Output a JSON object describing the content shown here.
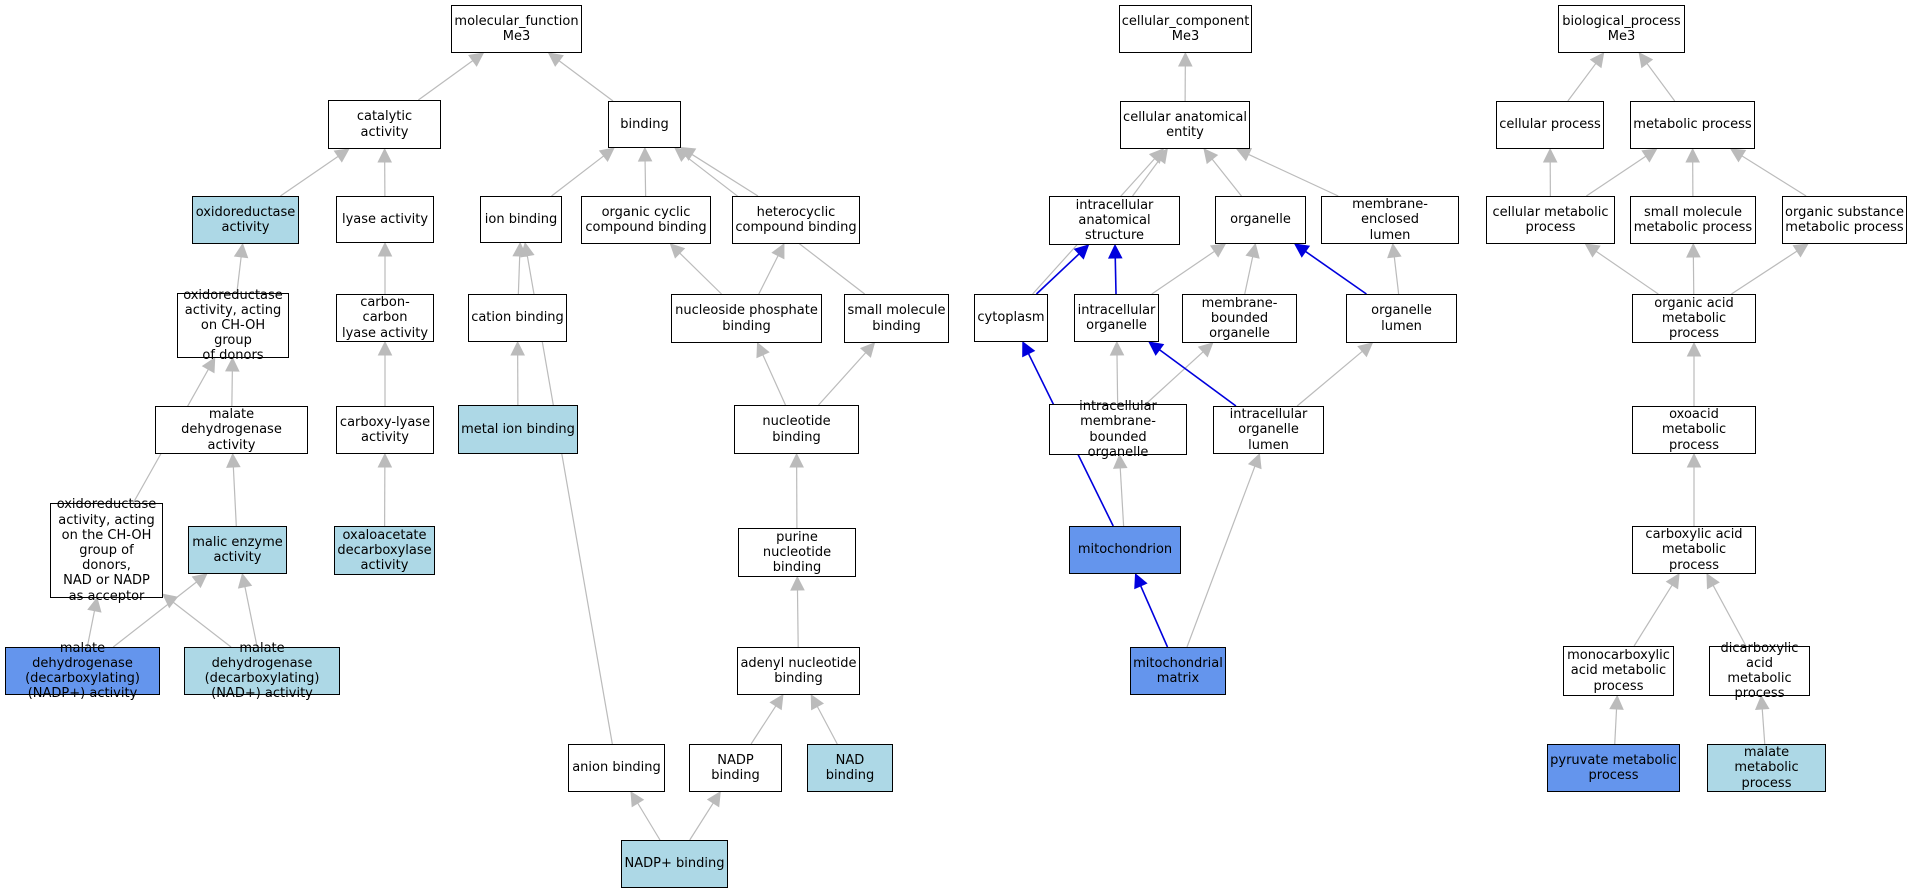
{
  "colors": {
    "plain": "#ffffff",
    "light": "#add8e6",
    "blue": "#6495ed",
    "edge": "#bbbbbb",
    "highlight_edge": "#0000dd"
  },
  "nodes": {
    "mf_root": {
      "label": "molecular_function\nMe3",
      "style": "plain"
    },
    "catalytic": {
      "label": "catalytic activity",
      "style": "plain"
    },
    "binding": {
      "label": "binding",
      "style": "plain"
    },
    "oxidoreductase": {
      "label": "oxidoreductase\nactivity",
      "style": "light"
    },
    "lyase": {
      "label": "lyase activity",
      "style": "plain"
    },
    "ion_binding": {
      "label": "ion binding",
      "style": "plain"
    },
    "organic_cyclic": {
      "label": "organic cyclic\ncompound binding",
      "style": "plain"
    },
    "heterocyclic": {
      "label": "heterocyclic\ncompound binding",
      "style": "plain"
    },
    "ox_choh": {
      "label": "oxidoreductase\nactivity, acting\non CH-OH group\nof donors",
      "style": "plain"
    },
    "cc_lyase": {
      "label": "carbon-carbon\nlyase activity",
      "style": "plain"
    },
    "cation_binding": {
      "label": "cation binding",
      "style": "plain"
    },
    "nucleoside_phosphate": {
      "label": "nucleoside phosphate\nbinding",
      "style": "plain"
    },
    "small_molecule_binding": {
      "label": "small molecule\nbinding",
      "style": "plain"
    },
    "malate_dh": {
      "label": "malate dehydrogenase\nactivity",
      "style": "plain"
    },
    "carboxy_lyase": {
      "label": "carboxy-lyase\nactivity",
      "style": "plain"
    },
    "metal_ion": {
      "label": "metal ion binding",
      "style": "light"
    },
    "nucleotide_binding": {
      "label": "nucleotide binding",
      "style": "plain"
    },
    "ox_nad": {
      "label": "oxidoreductase\nactivity, acting\non the CH-OH\ngroup of donors,\nNAD or NADP\nas acceptor",
      "style": "plain"
    },
    "malic_enzyme": {
      "label": "malic enzyme\nactivity",
      "style": "light"
    },
    "oxaloacetate": {
      "label": "oxaloacetate\ndecarboxylase\nactivity",
      "style": "light"
    },
    "purine": {
      "label": "purine nucleotide\nbinding",
      "style": "plain"
    },
    "md_nadp": {
      "label": "malate dehydrogenase\n(decarboxylating)\n(NADP+) activity",
      "style": "blue"
    },
    "md_nad": {
      "label": "malate dehydrogenase\n(decarboxylating)\n(NAD+) activity",
      "style": "light"
    },
    "adenyl": {
      "label": "adenyl nucleotide\nbinding",
      "style": "plain"
    },
    "anion": {
      "label": "anion binding",
      "style": "plain"
    },
    "nadp_binding": {
      "label": "NADP binding",
      "style": "plain"
    },
    "nad_binding": {
      "label": "NAD binding",
      "style": "light"
    },
    "nadp_plus": {
      "label": "NADP+ binding",
      "style": "light"
    },
    "cc_root": {
      "label": "cellular_component\nMe3",
      "style": "plain"
    },
    "cae": {
      "label": "cellular anatomical\nentity",
      "style": "plain"
    },
    "ias": {
      "label": "intracellular\nanatomical structure",
      "style": "plain"
    },
    "organelle": {
      "label": "organelle",
      "style": "plain"
    },
    "mel": {
      "label": "membrane-enclosed\nlumen",
      "style": "plain"
    },
    "cytoplasm": {
      "label": "cytoplasm",
      "style": "plain"
    },
    "intra_org": {
      "label": "intracellular\norganelle",
      "style": "plain"
    },
    "mbo": {
      "label": "membrane-bounded\norganelle",
      "style": "plain"
    },
    "org_lumen": {
      "label": "organelle lumen",
      "style": "plain"
    },
    "imbo": {
      "label": "intracellular\nmembrane-bounded\norganelle",
      "style": "plain"
    },
    "iol": {
      "label": "intracellular\norganelle lumen",
      "style": "plain"
    },
    "mito": {
      "label": "mitochondrion",
      "style": "blue"
    },
    "mito_matrix": {
      "label": "mitochondrial\nmatrix",
      "style": "blue"
    },
    "bp_root": {
      "label": "biological_process\nMe3",
      "style": "plain"
    },
    "cell_proc": {
      "label": "cellular process",
      "style": "plain"
    },
    "met_proc": {
      "label": "metabolic process",
      "style": "plain"
    },
    "cmp": {
      "label": "cellular metabolic\nprocess",
      "style": "plain"
    },
    "smmp": {
      "label": "small molecule\nmetabolic process",
      "style": "plain"
    },
    "osmp": {
      "label": "organic substance\nmetabolic process",
      "style": "plain"
    },
    "oamp": {
      "label": "organic acid\nmetabolic process",
      "style": "plain"
    },
    "oxoacid": {
      "label": "oxoacid metabolic\nprocess",
      "style": "plain"
    },
    "carboxylic": {
      "label": "carboxylic acid\nmetabolic process",
      "style": "plain"
    },
    "monocarb": {
      "label": "monocarboxylic\nacid metabolic\nprocess",
      "style": "plain"
    },
    "dicarb": {
      "label": "dicarboxylic\nacid metabolic\nprocess",
      "style": "plain"
    },
    "pyruvate": {
      "label": "pyruvate metabolic\nprocess",
      "style": "blue"
    },
    "malate_mp": {
      "label": "malate metabolic\nprocess",
      "style": "light"
    }
  },
  "edges": [
    [
      "catalytic",
      "mf_root",
      false
    ],
    [
      "binding",
      "mf_root",
      false
    ],
    [
      "oxidoreductase",
      "catalytic",
      false
    ],
    [
      "lyase",
      "catalytic",
      false
    ],
    [
      "ion_binding",
      "binding",
      false
    ],
    [
      "organic_cyclic",
      "binding",
      false
    ],
    [
      "heterocyclic",
      "binding",
      false
    ],
    [
      "small_molecule_binding",
      "binding",
      false
    ],
    [
      "ox_choh",
      "oxidoreductase",
      false
    ],
    [
      "cc_lyase",
      "lyase",
      false
    ],
    [
      "cation_binding",
      "ion_binding",
      false
    ],
    [
      "anion",
      "ion_binding",
      false
    ],
    [
      "nucleoside_phosphate",
      "organic_cyclic",
      false
    ],
    [
      "nucleoside_phosphate",
      "heterocyclic",
      false
    ],
    [
      "malate_dh",
      "ox_choh",
      false
    ],
    [
      "ox_nad",
      "ox_choh",
      false
    ],
    [
      "carboxy_lyase",
      "cc_lyase",
      false
    ],
    [
      "metal_ion",
      "cation_binding",
      false
    ],
    [
      "nucleotide_binding",
      "nucleoside_phosphate",
      false
    ],
    [
      "nucleotide_binding",
      "small_molecule_binding",
      false
    ],
    [
      "malic_enzyme",
      "malate_dh",
      false
    ],
    [
      "oxaloacetate",
      "carboxy_lyase",
      false
    ],
    [
      "purine",
      "nucleotide_binding",
      false
    ],
    [
      "md_nadp",
      "ox_nad",
      false
    ],
    [
      "md_nadp",
      "malic_enzyme",
      false
    ],
    [
      "md_nad",
      "ox_nad",
      false
    ],
    [
      "md_nad",
      "malic_enzyme",
      false
    ],
    [
      "adenyl",
      "purine",
      false
    ],
    [
      "nadp_binding",
      "adenyl",
      false
    ],
    [
      "nad_binding",
      "adenyl",
      false
    ],
    [
      "nadp_plus",
      "anion",
      false
    ],
    [
      "nadp_plus",
      "nadp_binding",
      false
    ],
    [
      "cae",
      "cc_root",
      false
    ],
    [
      "ias",
      "cae",
      false
    ],
    [
      "organelle",
      "cae",
      false
    ],
    [
      "mel",
      "cae",
      false
    ],
    [
      "cytoplasm",
      "cae",
      false
    ],
    [
      "cytoplasm",
      "ias",
      true
    ],
    [
      "intra_org",
      "ias",
      true
    ],
    [
      "intra_org",
      "organelle",
      false
    ],
    [
      "mbo",
      "organelle",
      false
    ],
    [
      "org_lumen",
      "organelle",
      true
    ],
    [
      "org_lumen",
      "mel",
      false
    ],
    [
      "imbo",
      "intra_org",
      false
    ],
    [
      "imbo",
      "mbo",
      false
    ],
    [
      "iol",
      "intra_org",
      true
    ],
    [
      "iol",
      "org_lumen",
      false
    ],
    [
      "mito",
      "cytoplasm",
      true
    ],
    [
      "mito",
      "imbo",
      false
    ],
    [
      "mito_matrix",
      "mito",
      true
    ],
    [
      "mito_matrix",
      "iol",
      false
    ],
    [
      "cell_proc",
      "bp_root",
      false
    ],
    [
      "met_proc",
      "bp_root",
      false
    ],
    [
      "cmp",
      "cell_proc",
      false
    ],
    [
      "cmp",
      "met_proc",
      false
    ],
    [
      "smmp",
      "met_proc",
      false
    ],
    [
      "osmp",
      "met_proc",
      false
    ],
    [
      "oamp",
      "cmp",
      false
    ],
    [
      "oamp",
      "smmp",
      false
    ],
    [
      "oamp",
      "osmp",
      false
    ],
    [
      "oxoacid",
      "oamp",
      false
    ],
    [
      "carboxylic",
      "oxoacid",
      false
    ],
    [
      "monocarb",
      "carboxylic",
      false
    ],
    [
      "dicarb",
      "carboxylic",
      false
    ],
    [
      "pyruvate",
      "monocarb",
      false
    ],
    [
      "malate_mp",
      "dicarb",
      false
    ]
  ]
}
